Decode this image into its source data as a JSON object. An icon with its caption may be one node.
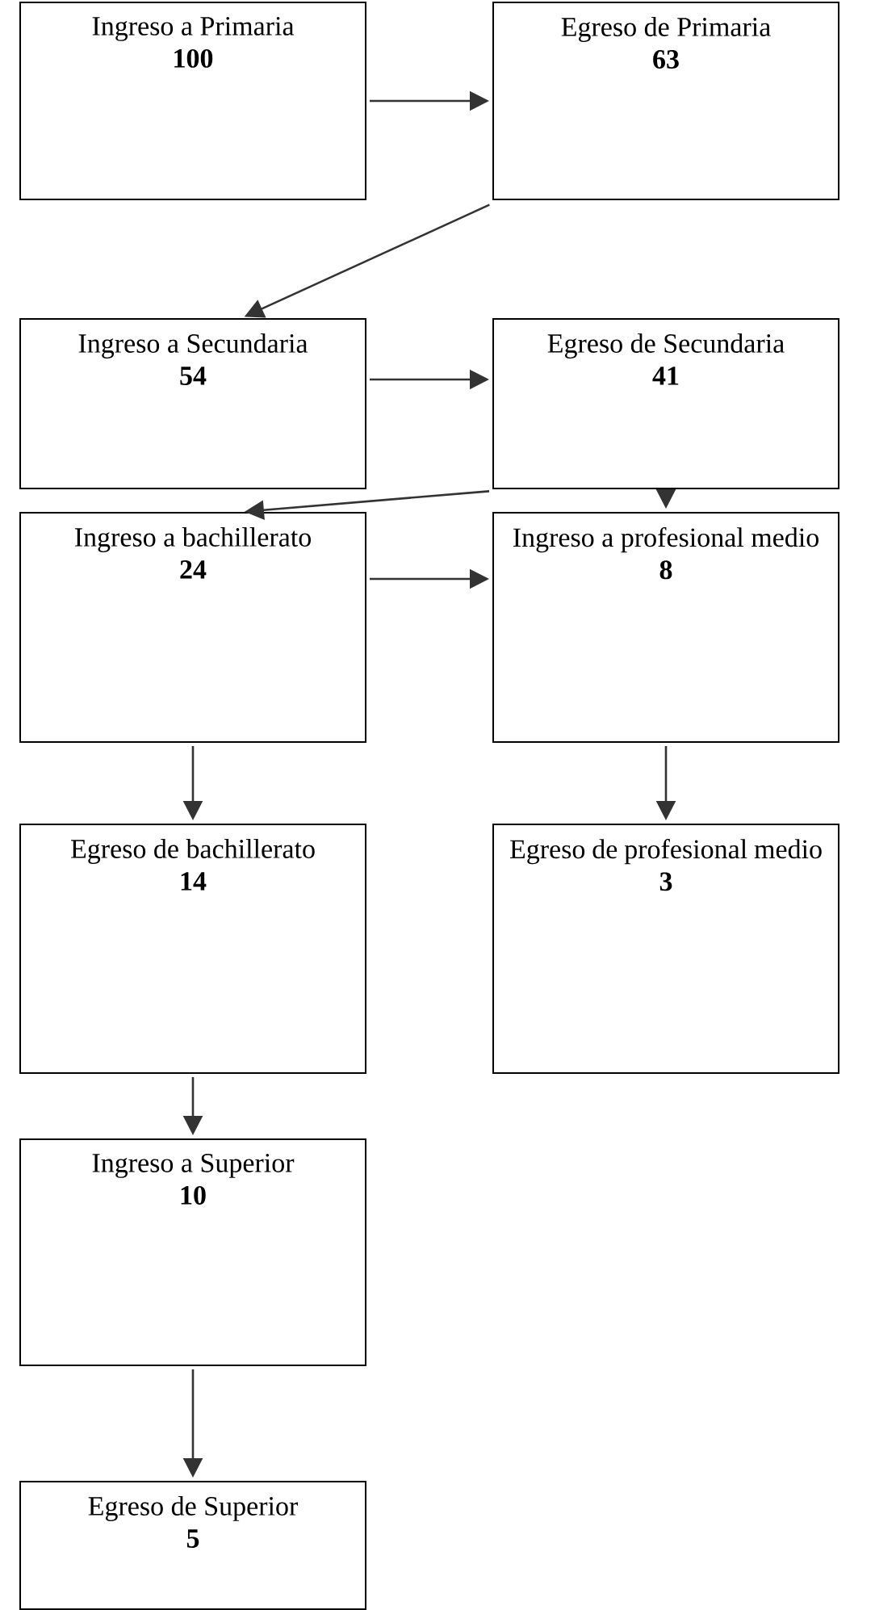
{
  "diagram": {
    "nodes": [
      {
        "text": [
          "Ingreso a Primaria",
          "100"
        ]
      },
      {
        "text": [
          "Egreso de Primaria",
          "63"
        ]
      },
      {
        "text": [
          "Ingreso a Secundaria",
          "54"
        ]
      },
      {
        "text": [
          "Egreso de Secundaria",
          "41"
        ]
      },
      {
        "text": [
          "Ingreso a bachillerato",
          "24"
        ]
      },
      {
        "text": [
          "Ingreso a profesional medio",
          "8"
        ]
      },
      {
        "text": [
          "Egreso de bachillerato",
          "14"
        ]
      },
      {
        "text": [
          "Egreso de profesional medio",
          "3"
        ]
      },
      {
        "text": [
          "Ingreso a Superior",
          "10"
        ]
      },
      {
        "text": [
          "Egreso de Superior",
          "5"
        ]
      }
    ],
    "edges": [
      {
        "from": 0,
        "to": 1,
        "arrow": "to"
      },
      {
        "from": 1,
        "to": 2,
        "arrow": "to"
      },
      {
        "from": 2,
        "to": 3,
        "arrow": "to"
      },
      {
        "from": 3,
        "to": 4,
        "arrow": "to"
      },
      {
        "from": 3,
        "to": 5,
        "arrow": "to"
      },
      {
        "from": 4,
        "to": 5,
        "arrow": "to"
      },
      {
        "from": 4,
        "to": 6,
        "arrow": "to"
      },
      {
        "from": 5,
        "to": 7,
        "arrow": "to"
      },
      {
        "from": 6,
        "to": 8,
        "arrow": "to"
      },
      {
        "from": 8,
        "to": 9,
        "arrow": "to"
      }
    ]
  }
}
